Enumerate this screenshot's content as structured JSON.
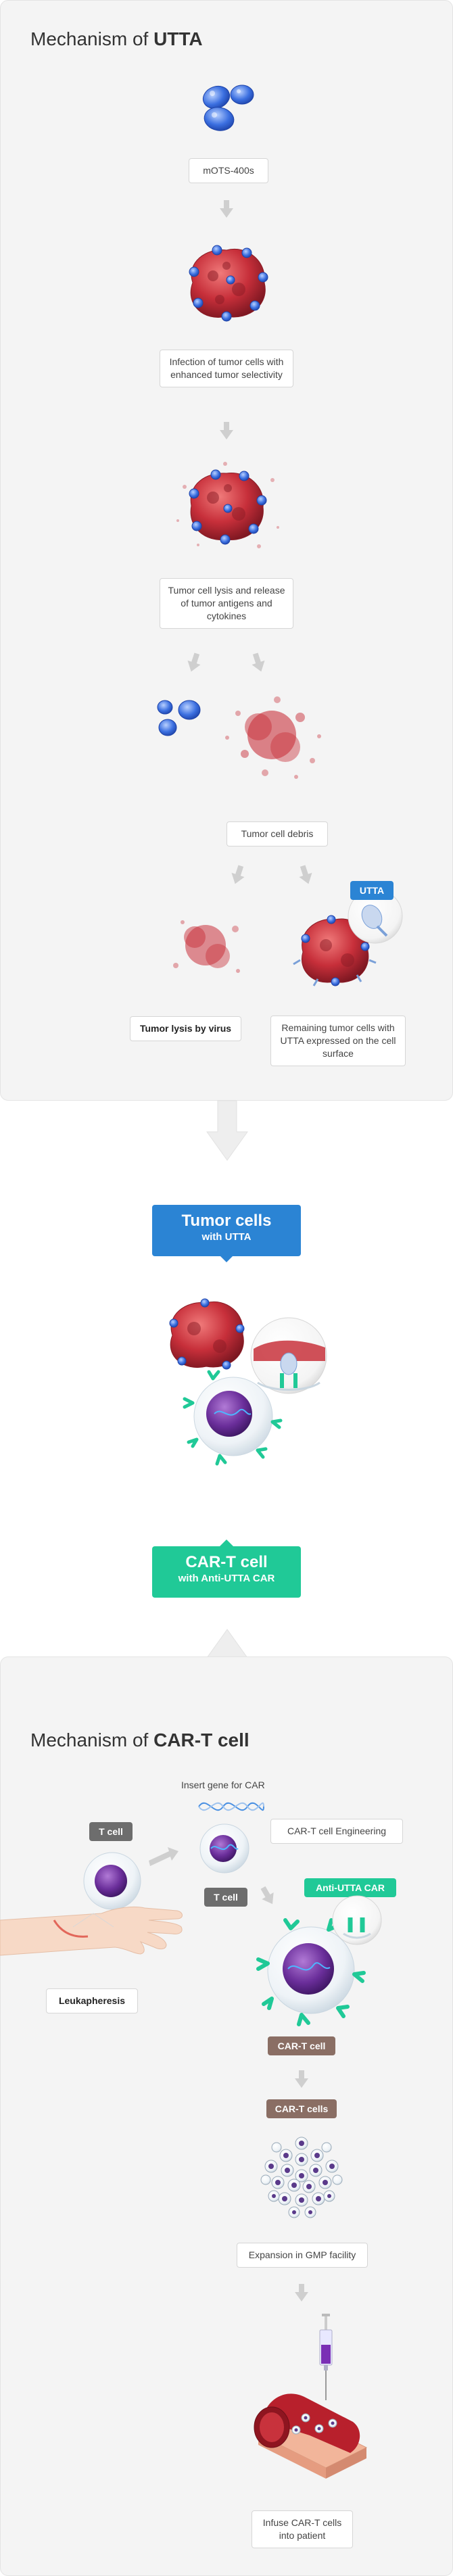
{
  "utta_section": {
    "title_prefix": "Mechanism of ",
    "title_bold": "UTTA",
    "virus_label": "mOTS-400s",
    "infection_label": "Infection of tumor cells with enhanced tumor selectivity",
    "lysis_label": "Tumor cell lysis and release of tumor antigens and cytokines",
    "debris_label": "Tumor cell debris",
    "tumor_lysis_label": "Tumor lysis by virus",
    "remaining_label": "Remaining tumor cells with UTTA expressed on the cell surface",
    "utta_tag": "UTTA"
  },
  "middle_section": {
    "tumor_title": "Tumor cells",
    "tumor_subtitle": "with UTTA",
    "cart_title": "CAR-T cell",
    "cart_subtitle": "with Anti-UTTA CAR"
  },
  "cart_section": {
    "title_prefix": "Mechanism of ",
    "title_bold": "CAR-T cell",
    "insert_gene_label": "Insert gene for CAR",
    "tcell_tag": "T cell",
    "engineering_label": "CAR-T cell Engineering",
    "tcell_tag_2": "T cell",
    "anti_utta_tag": "Anti-UTTA CAR",
    "leukapheresis_label": "Leukapheresis",
    "cart_cell_tag": "CAR-T cell",
    "cart_cells_tag": "CAR-T cells",
    "expansion_label": "Expansion in GMP facility",
    "infuse_label": "Infuse CAR-T cells into patient"
  },
  "colors": {
    "blue": "#2b84d4",
    "green": "#20c997",
    "brown": "#8a6e64",
    "gray": "#6d6d6d",
    "tumor_red": "#c8323c",
    "virus_blue": "#2a62d9"
  }
}
